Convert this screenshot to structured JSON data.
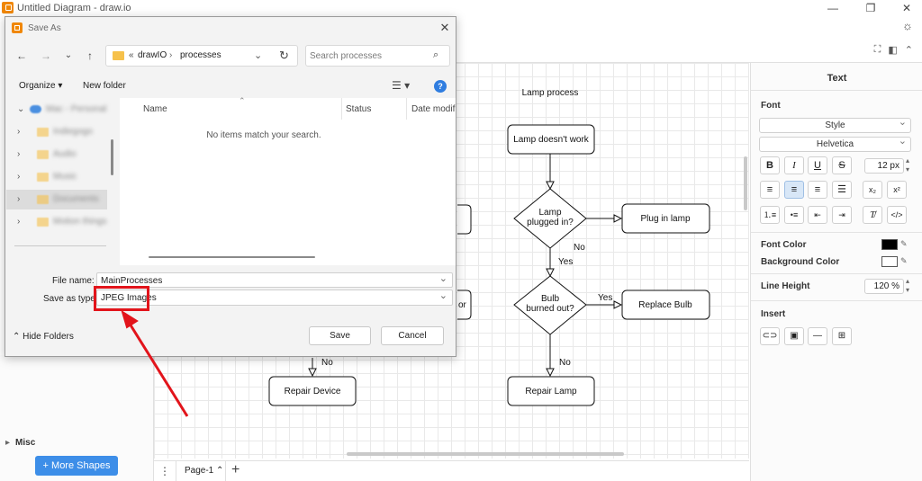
{
  "app": {
    "title": "Untitled Diagram - draw.io"
  },
  "canvas": {
    "diagram_title": "Lamp process",
    "nodes": {
      "lamp_doesnt_work": "Lamp doesn't work",
      "lamp_plugged_line1": "Lamp",
      "lamp_plugged_line2": "plugged in?",
      "plug_in_lamp": "Plug in lamp",
      "bulb_burned_line1": "Bulb",
      "bulb_burned_line2": "burned out?",
      "replace_bulb": "Replace Bulb",
      "repair_lamp": "Repair Lamp",
      "repair_device": "Repair Device",
      "partial_node_text": "or"
    },
    "edge_labels": {
      "no_1": "No",
      "yes_1": "Yes",
      "yes_2": "Yes",
      "no_2": "No",
      "no_3": "No"
    }
  },
  "sidebar": {
    "misc_label": "Misc",
    "more_shapes_label": "+ More Shapes"
  },
  "pages": {
    "current": "Page-1"
  },
  "format_panel": {
    "title": "Text",
    "font_section": "Font",
    "style_select": "Style",
    "font_family": "Helvetica",
    "bold": "B",
    "italic": "I",
    "underline": "U",
    "strike": "S",
    "font_size": "12 px",
    "font_color_label": "Font Color",
    "background_color_label": "Background Color",
    "line_height_label": "Line Height",
    "line_height_value": "120 %",
    "insert_label": "Insert",
    "font_color": "#000000",
    "background_color": "#ffffff"
  },
  "dialog": {
    "title": "Save As",
    "breadcrumb": {
      "overflow": "«",
      "root": "drawIO",
      "current": "processes"
    },
    "search_placeholder": "Search processes",
    "organize_label": "Organize ▾",
    "new_folder_label": "New folder",
    "columns": {
      "name": "Name",
      "status": "Status",
      "date": "Date modifi"
    },
    "empty_message": "No items match your search.",
    "file_name_label": "File name:",
    "file_name_value": "MainProcesses",
    "save_type_label": "Save as type:",
    "save_type_value": "JPEG Images",
    "hide_folders_label": "Hide Folders",
    "save_label": "Save",
    "cancel_label": "Cancel",
    "nav_items": [
      "Mac - Personal",
      "Indiegogo",
      "Audio",
      "Music",
      "Documents",
      "Motion things"
    ]
  },
  "colors": {
    "accent": "#3d8ee8",
    "annotation_red": "#e2141b",
    "folder_yellow": "#f6c14b",
    "drawio_orange": "#f08705"
  }
}
